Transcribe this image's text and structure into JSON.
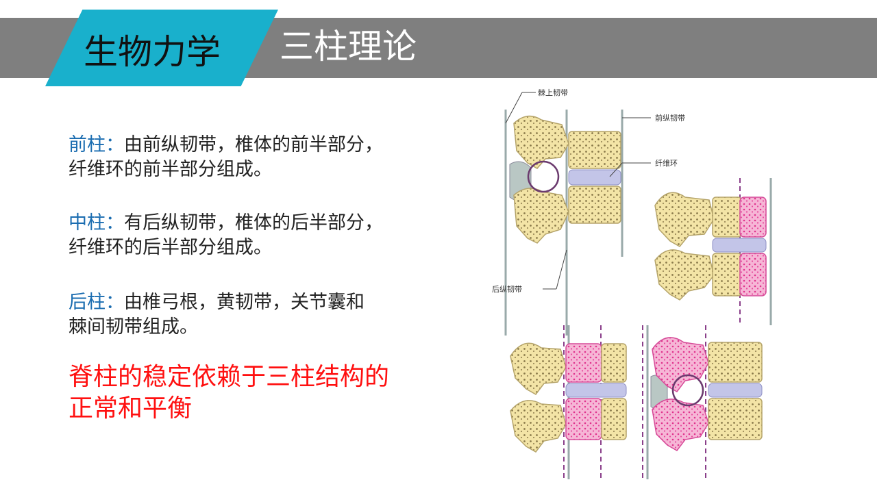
{
  "header": {
    "tab_title": "生物力学",
    "subtitle": "三柱理论"
  },
  "columns": [
    {
      "label": "前柱：",
      "line1": "由前纵韧带，椎体的前半部分，",
      "line2": "纤维环的前半部分组成。"
    },
    {
      "label": "中柱：",
      "line1": "有后纵韧带，椎体的后半部分，",
      "line2": "纤维环的后半部分组成。"
    },
    {
      "label": "后柱：",
      "line1": "由椎弓根，黄韧带，关节囊和",
      "line2": "棘间韧带组成。"
    }
  ],
  "conclusion": {
    "line1": "脊柱的稳定依赖于三柱结构的",
    "line2": "正常和平衡"
  },
  "figure": {
    "labels": {
      "supraspinous": "棘上韧带",
      "anterior_longitudinal": "前纵韧带",
      "annulus": "纤维环",
      "posterior_longitudinal": "后纵韧带"
    },
    "colors": {
      "bone": "#f3e4a6",
      "disc": "#c3c5e8",
      "highlight": "#ee6fb0",
      "circle": "#6b3a6e",
      "dashed": "#8a3f8a"
    }
  }
}
